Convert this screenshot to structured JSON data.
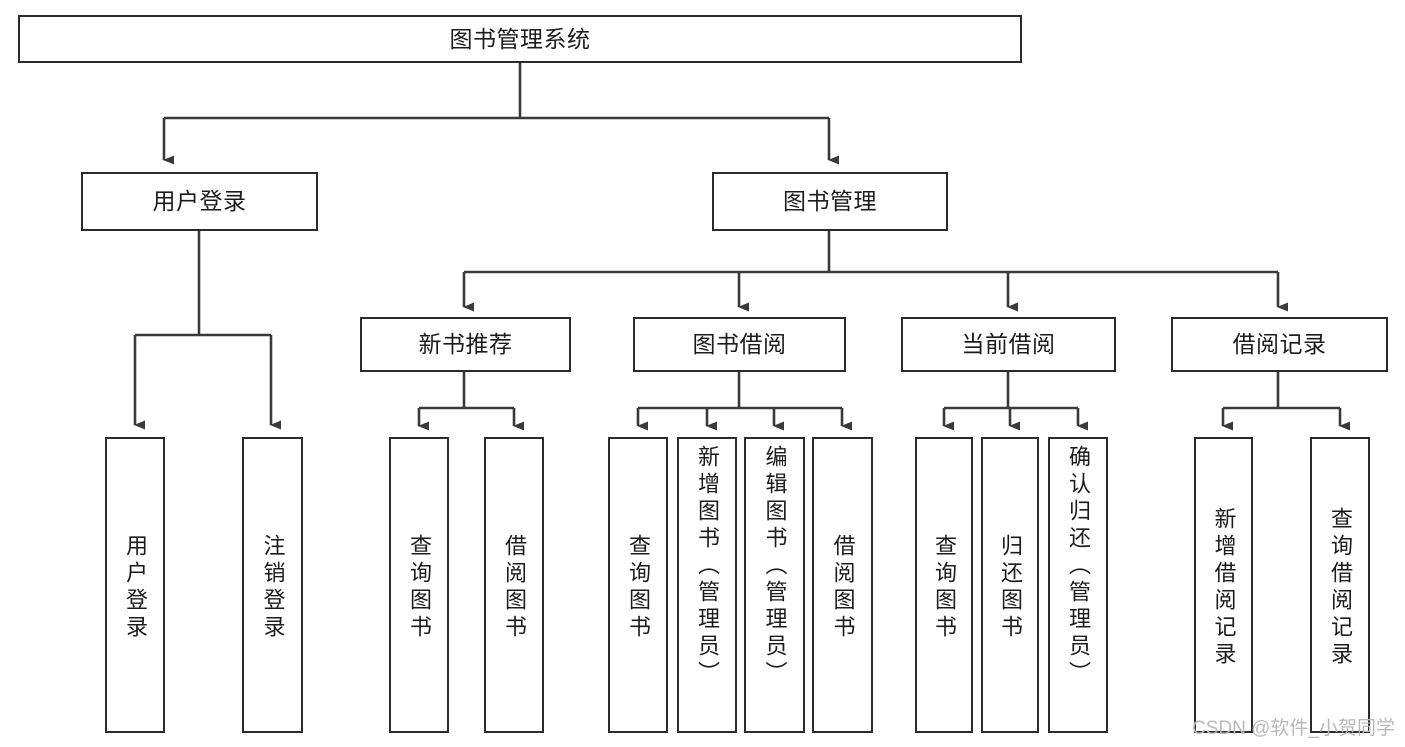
{
  "diagram": {
    "type": "hierarchy-tree",
    "title": "图书管理系统",
    "orientation": "top-down",
    "levels": 4,
    "root": {
      "id": "root",
      "label": "图书管理系统"
    },
    "level2": [
      {
        "id": "user-login",
        "label": "用户登录"
      },
      {
        "id": "book-manage",
        "label": "图书管理"
      }
    ],
    "level3": [
      {
        "id": "new-book-recommend",
        "label": "新书推荐",
        "parent": "book-manage"
      },
      {
        "id": "book-borrow",
        "label": "图书借阅",
        "parent": "book-manage"
      },
      {
        "id": "current-borrow",
        "label": "当前借阅",
        "parent": "book-manage"
      },
      {
        "id": "borrow-record",
        "label": "借阅记录",
        "parent": "book-manage"
      }
    ],
    "leaves": {
      "user_login": [
        {
          "id": "leaf-user-login",
          "label": "用户登录"
        },
        {
          "id": "leaf-user-logout",
          "label": "注销登录"
        }
      ],
      "new_book_recommend": [
        {
          "id": "leaf-query-book-1",
          "label": "查询图书"
        },
        {
          "id": "leaf-borrow-book-1",
          "label": "借阅图书"
        }
      ],
      "book_borrow": [
        {
          "id": "leaf-query-book-2",
          "label": "查询图书"
        },
        {
          "id": "leaf-add-book",
          "label": "新增图书（管理员）"
        },
        {
          "id": "leaf-edit-book",
          "label": "编辑图书（管理员）"
        },
        {
          "id": "leaf-borrow-book-2",
          "label": "借阅图书"
        }
      ],
      "current_borrow": [
        {
          "id": "leaf-query-book-3",
          "label": "查询图书"
        },
        {
          "id": "leaf-return-book",
          "label": "归还图书"
        },
        {
          "id": "leaf-confirm-return",
          "label": "确认归还（管理员）"
        }
      ],
      "borrow_record": [
        {
          "id": "leaf-add-record",
          "label": "新增借阅记录"
        },
        {
          "id": "leaf-query-record",
          "label": "查询借阅记录"
        }
      ]
    }
  },
  "watermark": {
    "text": "CSDN @软件_小贺同学"
  },
  "colors": {
    "box_border": "#2b2b2b",
    "box_fill": "#ffffff",
    "connector": "#3a3a3a",
    "text": "#1c1c1c",
    "watermark": "#b9b9b9",
    "background": "#ffffff"
  }
}
